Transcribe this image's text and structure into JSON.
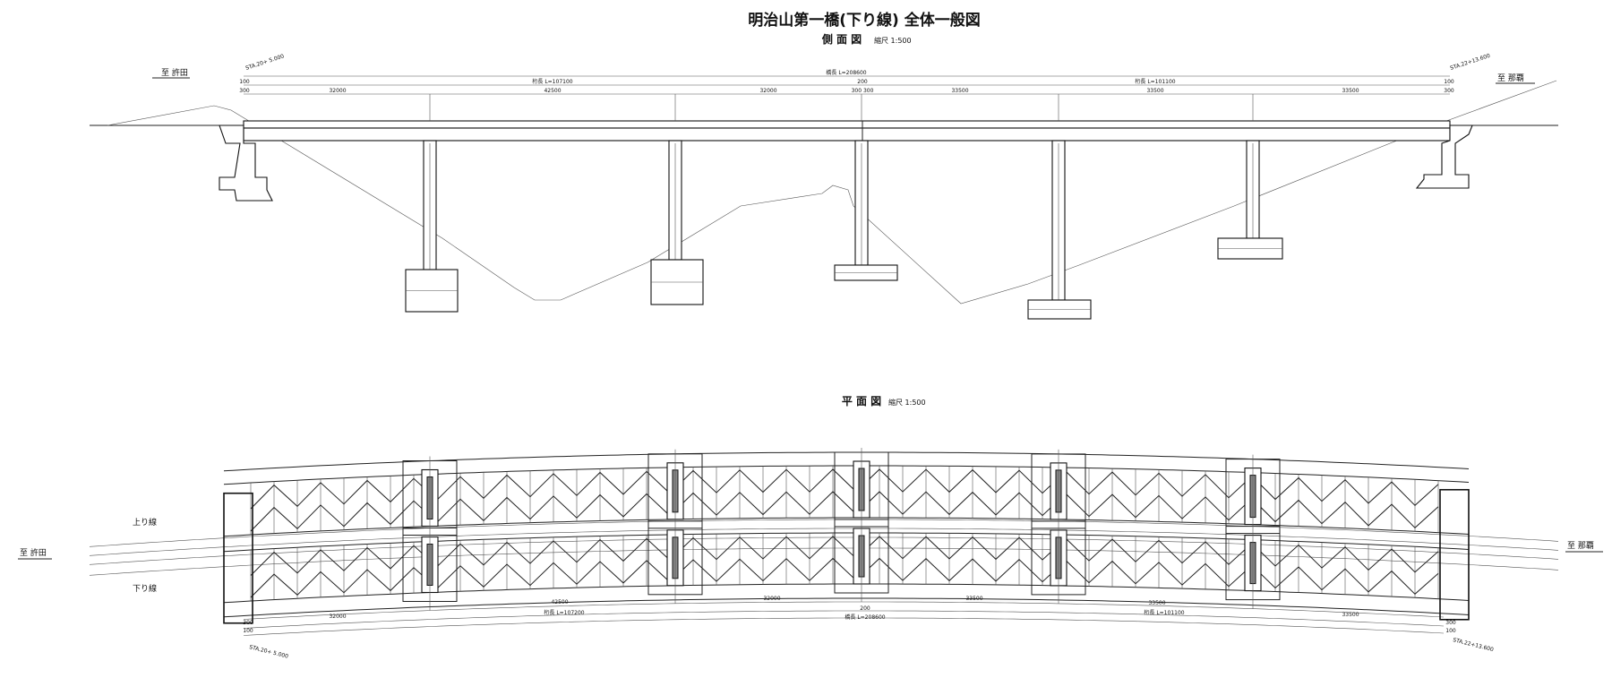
{
  "title": "明治山第一橋(下り線) 全体一般図",
  "side_view": {
    "heading": "側 面 図",
    "scale": "縮尺 1:500",
    "to_left": "至 許田",
    "to_right": "至 那覇",
    "sta_left": "STA.20+ 5.000",
    "sta_right": "STA.22+13.600",
    "bridge_length": "橋長 L=208600",
    "girder_left": "桁長 L=107100",
    "girder_right": "桁長 L=101100",
    "spans": [
      "32000",
      "42500",
      "32000",
      "33500",
      "33500",
      "33500"
    ],
    "end_gaps": [
      "100",
      "200",
      "100"
    ],
    "bearing_gaps": [
      "300",
      "300 300",
      "300"
    ]
  },
  "plan_view": {
    "heading": "平 面 図",
    "scale": "縮尺 1:500",
    "to_left": "至 許田",
    "to_right": "至 那覇",
    "up_line": "上り線",
    "down_line": "下り線",
    "sta_left": "STA.20+ 5.000",
    "sta_right": "STA.22+13.600",
    "bridge_length": "橋長 L=208600",
    "girder_left": "桁長 L=107200",
    "girder_right": "桁長 L=101100",
    "spans": [
      "32000",
      "42500",
      "32000",
      "33500",
      "33500",
      "33500"
    ],
    "end_gaps": [
      "300",
      "100",
      "200",
      "300",
      "100"
    ]
  }
}
